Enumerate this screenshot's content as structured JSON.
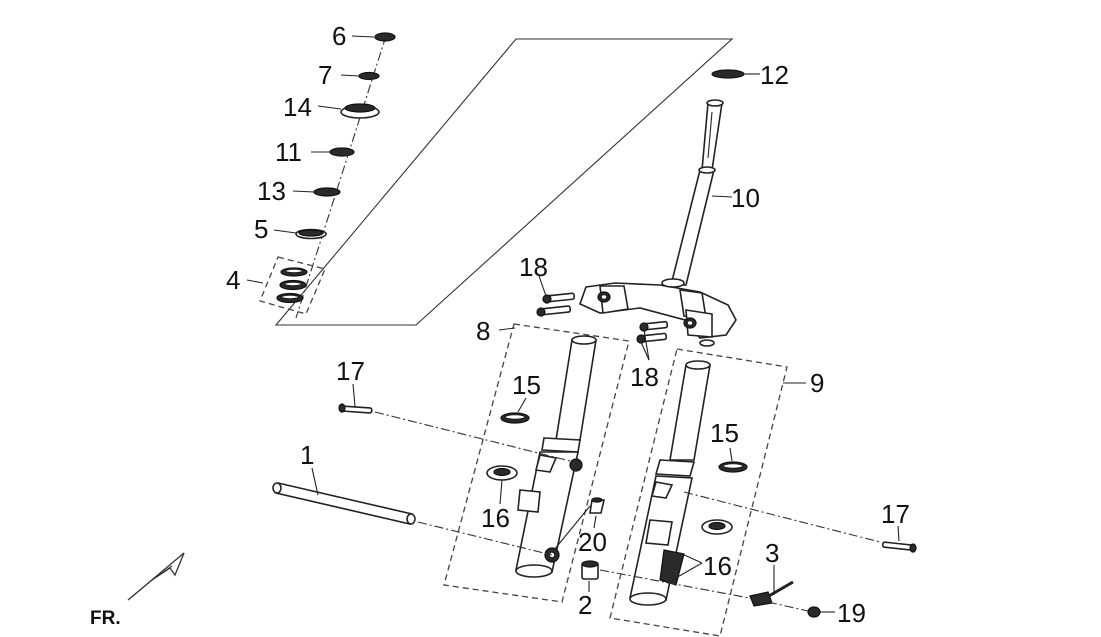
{
  "labels": {
    "p1": "1",
    "p2": "2",
    "p3": "3",
    "p4": "4",
    "p5": "5",
    "p6": "6",
    "p7": "7",
    "p8": "8",
    "p9": "9",
    "p10": "10",
    "p11": "11",
    "p12": "12",
    "p13": "13",
    "p14": "14",
    "p15a": "15",
    "p15b": "15",
    "p16a": "16",
    "p16b": "16",
    "p17a": "17",
    "p17b": "17",
    "p18a": "18",
    "p18b": "18",
    "p19": "19",
    "p20": "20"
  },
  "direction": {
    "label": "FR."
  }
}
